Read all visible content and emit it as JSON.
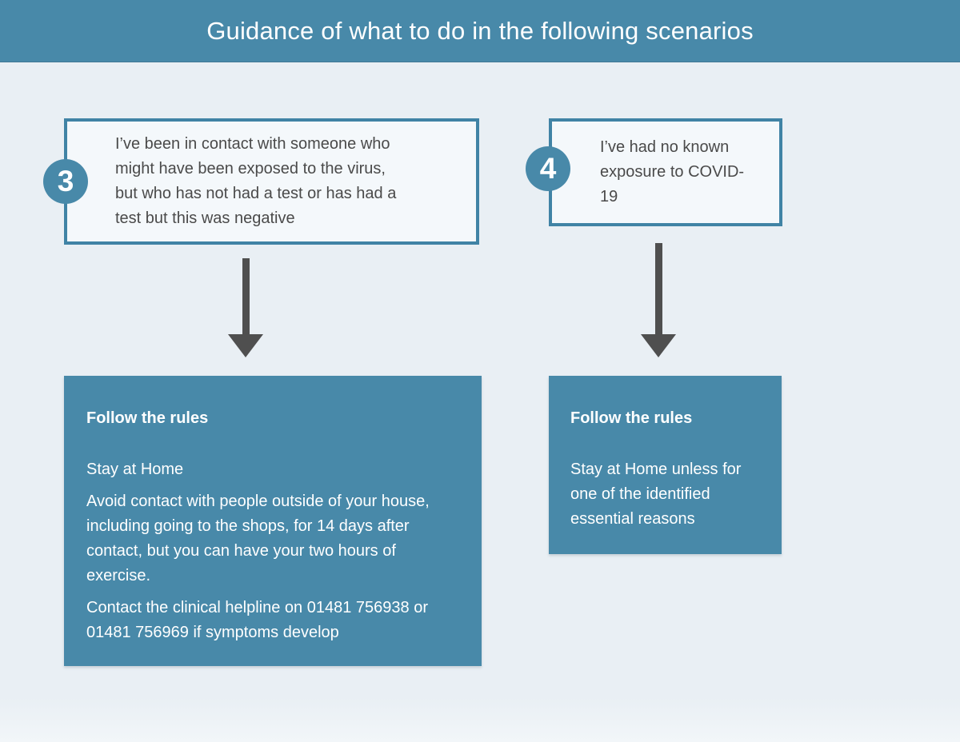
{
  "header": {
    "title": "Guidance of what to do in the following scenarios"
  },
  "colors": {
    "teal": "#4889a9",
    "border_teal": "#4083a5",
    "background": "#e9eff4",
    "scenario_box_bg": "#f4f8fb",
    "dark_text": "#4a4a4a",
    "arrow": "#4f4f4f",
    "white": "#ffffff"
  },
  "scenarios": [
    {
      "number": "3",
      "description": "I’ve been in contact with someone who might have been exposed to the virus, but who has not had a test or has had a test but this was negative",
      "outcome": {
        "heading": "Follow the rules",
        "paragraphs": [
          "Stay at Home",
          "Avoid contact with people outside of your house, including going to the shops, for 14 days after contact, but you can have your two hours of exercise.",
          "Contact the clinical helpline on 01481 756938 or 01481 756969 if symptoms develop"
        ]
      }
    },
    {
      "number": "4",
      "description": "I’ve had no known exposure to COVID-19",
      "outcome": {
        "heading": "Follow the rules",
        "paragraphs": [
          "Stay at Home unless for one of the identified essential reasons"
        ]
      }
    }
  ]
}
